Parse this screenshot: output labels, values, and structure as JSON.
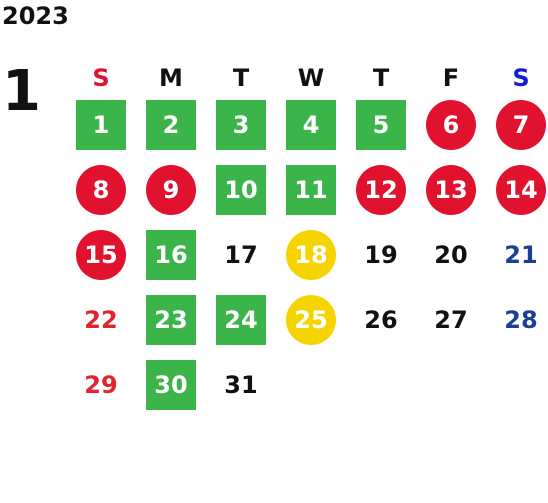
{
  "year": "2023",
  "month": "1",
  "colors": {
    "sunday_header": "#e0122d",
    "saturday_header": "#1020d0",
    "weekday_header": "#111111",
    "open_day": "#3bb54a",
    "holiday": "#e0122d",
    "special_day": "#f6d400",
    "sunday_text": "#e0252b",
    "saturday_text": "#1a3f95"
  },
  "weekdays": [
    "S",
    "M",
    "T",
    "W",
    "T",
    "F",
    "S"
  ],
  "weeks": [
    [
      {
        "day": "",
        "style": "empty"
      },
      {
        "day": "",
        "style": "empty"
      },
      {
        "day": "",
        "style": "empty"
      },
      {
        "day": "",
        "style": "empty"
      },
      {
        "day": "",
        "style": "empty"
      },
      {
        "day": "",
        "style": "empty"
      },
      {
        "day": "",
        "style": "empty"
      }
    ]
  ],
  "days": [
    [
      {
        "day": "1",
        "style": "green"
      },
      {
        "day": "2",
        "style": "green"
      },
      {
        "day": "3",
        "style": "green"
      },
      {
        "day": "4",
        "style": "green"
      },
      {
        "day": "5",
        "style": "green"
      },
      {
        "day": "6",
        "style": "red-circle"
      },
      {
        "day": "7",
        "style": "red-circle"
      }
    ],
    [
      {
        "day": "8",
        "style": "red-circle"
      },
      {
        "day": "9",
        "style": "red-circle"
      },
      {
        "day": "10",
        "style": "green"
      },
      {
        "day": "11",
        "style": "green"
      },
      {
        "day": "12",
        "style": "red-circle"
      },
      {
        "day": "13",
        "style": "red-circle"
      },
      {
        "day": "14",
        "style": "red-circle"
      }
    ],
    [
      {
        "day": "15",
        "style": "red-circle"
      },
      {
        "day": "16",
        "style": "green"
      },
      {
        "day": "17",
        "style": "plain"
      },
      {
        "day": "18",
        "style": "yellow-circle"
      },
      {
        "day": "19",
        "style": "plain"
      },
      {
        "day": "20",
        "style": "plain"
      },
      {
        "day": "21",
        "style": "plain-blue"
      }
    ],
    [
      {
        "day": "22",
        "style": "plain-red"
      },
      {
        "day": "23",
        "style": "green"
      },
      {
        "day": "24",
        "style": "green"
      },
      {
        "day": "25",
        "style": "yellow-circle"
      },
      {
        "day": "26",
        "style": "plain"
      },
      {
        "day": "27",
        "style": "plain"
      },
      {
        "day": "28",
        "style": "plain-blue"
      }
    ],
    [
      {
        "day": "29",
        "style": "plain-red"
      },
      {
        "day": "30",
        "style": "green"
      },
      {
        "day": "31",
        "style": "plain"
      },
      {
        "day": "",
        "style": "empty"
      },
      {
        "day": "",
        "style": "empty"
      },
      {
        "day": "",
        "style": "empty"
      },
      {
        "day": "",
        "style": "empty"
      }
    ]
  ]
}
